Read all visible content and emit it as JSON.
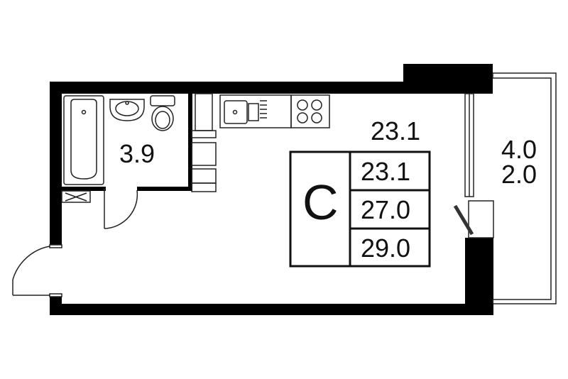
{
  "rooms": {
    "bathroom_area": "3.9",
    "living_area": "23.1",
    "balcony_area_1": "4.0",
    "balcony_area_2": "2.0"
  },
  "summary": {
    "type_letter": "C",
    "living": "23.1",
    "total": "27.0",
    "total_with_balcony": "29.0"
  },
  "colors": {
    "wall": "#000000",
    "line": "#222222",
    "background": "#ffffff"
  }
}
